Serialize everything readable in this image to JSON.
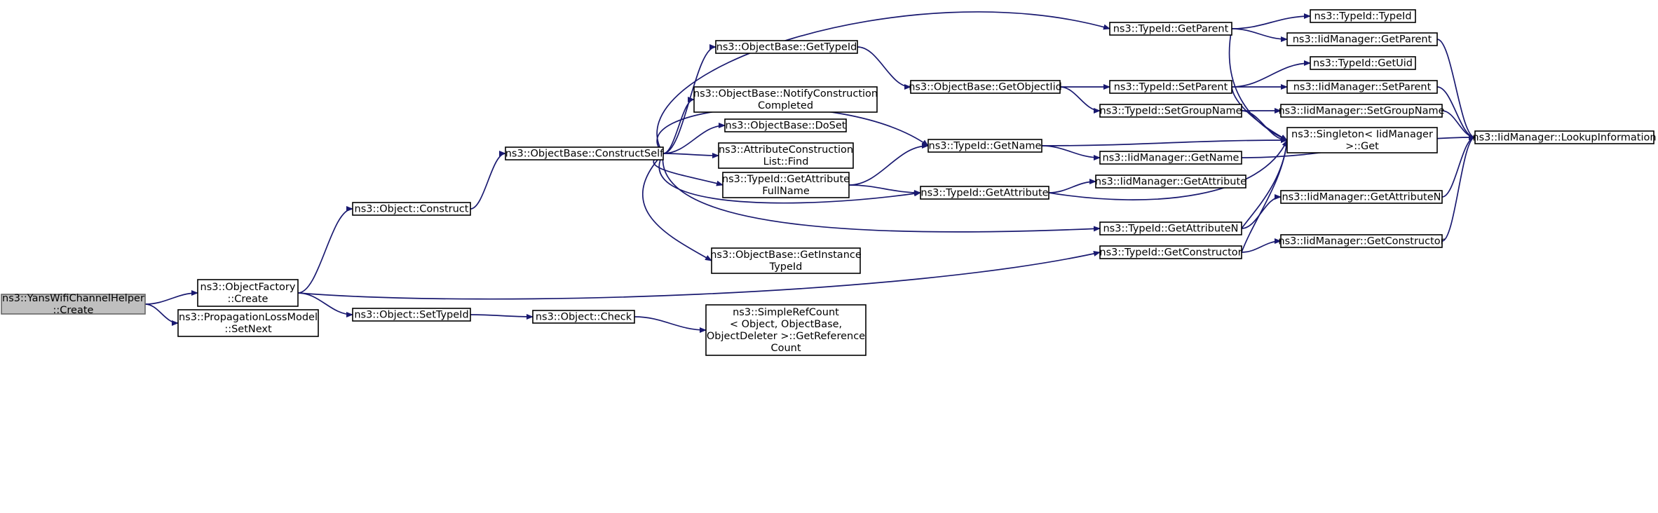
{
  "diagram": {
    "edge_color": "#191970",
    "root_fill": "#bfbfbf",
    "nodes": [
      {
        "id": "yans",
        "lines": [
          "ns3::YansWifiChannelHelper",
          "::Create"
        ],
        "root": true
      },
      {
        "id": "of_create",
        "lines": [
          "ns3::ObjectFactory",
          "::Create"
        ]
      },
      {
        "id": "plm_setnext",
        "lines": [
          "ns3::PropagationLossModel",
          "::SetNext"
        ]
      },
      {
        "id": "obj_construct",
        "lines": [
          "ns3::Object::Construct"
        ]
      },
      {
        "id": "obj_settypeid",
        "lines": [
          "ns3::Object::SetTypeId"
        ]
      },
      {
        "id": "ob_constructself",
        "lines": [
          "ns3::ObjectBase::ConstructSelf"
        ]
      },
      {
        "id": "obj_check",
        "lines": [
          "ns3::Object::Check"
        ]
      },
      {
        "id": "ob_gettypeid",
        "lines": [
          "ns3::ObjectBase::GetTypeId"
        ]
      },
      {
        "id": "ob_notify",
        "lines": [
          "ns3::ObjectBase::NotifyConstruction",
          "Completed"
        ]
      },
      {
        "id": "ob_doset",
        "lines": [
          "ns3::ObjectBase::DoSet"
        ]
      },
      {
        "id": "acl_find",
        "lines": [
          "ns3::AttributeConstruction",
          "List::Find"
        ]
      },
      {
        "id": "tid_getattrfullname",
        "lines": [
          "ns3::TypeId::GetAttribute",
          "FullName"
        ]
      },
      {
        "id": "ob_getinstancetypeid",
        "lines": [
          "ns3::ObjectBase::GetInstance",
          "TypeId"
        ]
      },
      {
        "id": "src_getrefcount",
        "lines": [
          "ns3::SimpleRefCount",
          "< Object, ObjectBase,",
          "ObjectDeleter >::GetReference",
          "Count"
        ]
      },
      {
        "id": "ob_getobjectiid",
        "lines": [
          "ns3::ObjectBase::GetObjectIid"
        ]
      },
      {
        "id": "tid_getname",
        "lines": [
          "ns3::TypeId::GetName"
        ]
      },
      {
        "id": "tid_getattribute",
        "lines": [
          "ns3::TypeId::GetAttribute"
        ]
      },
      {
        "id": "tid_getparent",
        "lines": [
          "ns3::TypeId::GetParent"
        ]
      },
      {
        "id": "tid_setparent",
        "lines": [
          "ns3::TypeId::SetParent"
        ]
      },
      {
        "id": "tid_setgroupname",
        "lines": [
          "ns3::TypeId::SetGroupName"
        ]
      },
      {
        "id": "iid_getname",
        "lines": [
          "ns3::IidManager::GetName"
        ]
      },
      {
        "id": "iid_getattribute",
        "lines": [
          "ns3::IidManager::GetAttribute"
        ]
      },
      {
        "id": "tid_getattributen",
        "lines": [
          "ns3::TypeId::GetAttributeN"
        ]
      },
      {
        "id": "tid_getconstructor",
        "lines": [
          "ns3::TypeId::GetConstructor"
        ]
      },
      {
        "id": "tid_typeid",
        "lines": [
          "ns3::TypeId::TypeId"
        ]
      },
      {
        "id": "iid_getparent",
        "lines": [
          "ns3::IidManager::GetParent"
        ]
      },
      {
        "id": "tid_getuid",
        "lines": [
          "ns3::TypeId::GetUid"
        ]
      },
      {
        "id": "iid_setparent",
        "lines": [
          "ns3::IidManager::SetParent"
        ]
      },
      {
        "id": "iid_setgroupname",
        "lines": [
          "ns3::IidManager::SetGroupName"
        ]
      },
      {
        "id": "singleton_get",
        "lines": [
          "ns3::Singleton< IidManager",
          ">::Get"
        ]
      },
      {
        "id": "iid_getattributen",
        "lines": [
          "ns3::IidManager::GetAttributeN"
        ]
      },
      {
        "id": "iid_getconstructor",
        "lines": [
          "ns3::IidManager::GetConstructor"
        ]
      },
      {
        "id": "iid_lookupinfo",
        "lines": [
          "ns3::IidManager::LookupInformation"
        ]
      }
    ],
    "edges": [
      [
        "yans",
        "of_create"
      ],
      [
        "yans",
        "plm_setnext"
      ],
      [
        "of_create",
        "obj_construct"
      ],
      [
        "of_create",
        "obj_settypeid"
      ],
      [
        "of_create",
        "tid_getconstructor"
      ],
      [
        "obj_construct",
        "ob_constructself"
      ],
      [
        "obj_settypeid",
        "obj_check"
      ],
      [
        "obj_check",
        "src_getrefcount"
      ],
      [
        "ob_constructself",
        "tid_getparent"
      ],
      [
        "ob_constructself",
        "ob_gettypeid"
      ],
      [
        "ob_constructself",
        "tid_getname"
      ],
      [
        "ob_constructself",
        "ob_notify"
      ],
      [
        "ob_constructself",
        "ob_doset"
      ],
      [
        "ob_constructself",
        "acl_find"
      ],
      [
        "ob_constructself",
        "tid_getattrfullname"
      ],
      [
        "ob_constructself",
        "tid_getattribute"
      ],
      [
        "ob_constructself",
        "tid_getattributen"
      ],
      [
        "ob_constructself",
        "ob_getinstancetypeid"
      ],
      [
        "ob_gettypeid",
        "ob_getobjectiid"
      ],
      [
        "ob_getobjectiid",
        "tid_setparent"
      ],
      [
        "ob_getobjectiid",
        "tid_setgroupname"
      ],
      [
        "tid_getattrfullname",
        "tid_getname"
      ],
      [
        "tid_getattrfullname",
        "tid_getattribute"
      ],
      [
        "tid_getname",
        "singleton_get"
      ],
      [
        "tid_getname",
        "iid_getname"
      ],
      [
        "tid_getattribute",
        "iid_getattribute"
      ],
      [
        "tid_getattribute",
        "singleton_get"
      ],
      [
        "tid_getparent",
        "tid_typeid"
      ],
      [
        "tid_getparent",
        "iid_getparent"
      ],
      [
        "tid_getparent",
        "singleton_get"
      ],
      [
        "tid_setparent",
        "tid_getuid"
      ],
      [
        "tid_setparent",
        "iid_setparent"
      ],
      [
        "tid_setparent",
        "singleton_get"
      ],
      [
        "tid_setgroupname",
        "iid_setgroupname"
      ],
      [
        "tid_setgroupname",
        "singleton_get"
      ],
      [
        "tid_getattributen",
        "iid_getattributen"
      ],
      [
        "tid_getattributen",
        "singleton_get"
      ],
      [
        "tid_getconstructor",
        "iid_getconstructor"
      ],
      [
        "tid_getconstructor",
        "singleton_get"
      ],
      [
        "iid_getname",
        "iid_lookupinfo"
      ],
      [
        "iid_getparent",
        "iid_lookupinfo"
      ],
      [
        "iid_setparent",
        "iid_lookupinfo"
      ],
      [
        "iid_setgroupname",
        "iid_lookupinfo"
      ],
      [
        "iid_getattributen",
        "iid_lookupinfo"
      ],
      [
        "iid_getconstructor",
        "iid_lookupinfo"
      ]
    ]
  }
}
